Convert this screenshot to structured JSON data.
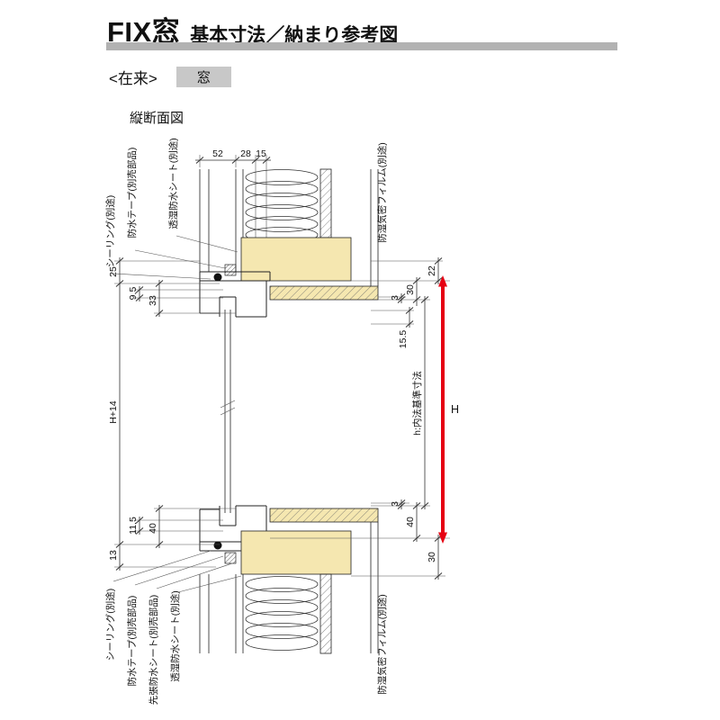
{
  "header": {
    "title_main": "FIX窓",
    "title_sub": "基本寸法／納まり参考図",
    "category_label": "<在来>",
    "category_box_label": "窓",
    "section_label": "縦断面図"
  },
  "colors": {
    "accent_red": "#e60012",
    "wood_fill": "#f5e7b0"
  },
  "dimensions": {
    "top": {
      "d52": "52",
      "d28": "28",
      "d15": "15"
    },
    "left": {
      "d25": "25",
      "d9_5": "9.5",
      "d33": "33",
      "h_plus_14": "H+14",
      "d11_5": "11.5",
      "d40": "40",
      "d13": "13"
    },
    "right": {
      "d22": "22",
      "d30_top": "30",
      "d3_top": "3",
      "d15_5": "15.5",
      "inner_height": "h:内法基準寸法",
      "frame_height": "H",
      "d3_bottom": "3",
      "d40_bottom": "40",
      "d30_bottom": "30"
    }
  },
  "callouts": {
    "sealing_top": "シーリング(別途)",
    "tape_top": "防水テープ(別売部品)",
    "sheet_top": "透湿防水シート(別途)",
    "film_top": "防湿気密フィルム(別途)",
    "sealing_bottom": "シーリング(別途)",
    "tape_bottom": "防水テープ(別売部品)",
    "pre_sheet_bottom": "先張防水シート(別売部品)",
    "sheet_bottom": "透湿防水シート(別途)",
    "film_bottom": "防湿気密フィルム(別途)"
  }
}
